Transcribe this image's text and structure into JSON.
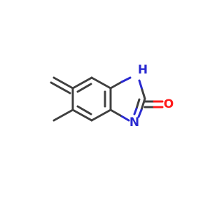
{
  "molecule": {
    "atoms": {
      "nh": {
        "label": "H",
        "symbol": "N",
        "color": "#2a2ad0"
      },
      "n": {
        "label": "N",
        "color": "#2a2ad0"
      },
      "o": {
        "label": "O",
        "color": "#ff1a1a"
      }
    },
    "colors": {
      "carbon_bond": "#404040",
      "nitrogen": "#2a2ad0",
      "oxygen": "#ff1a1a"
    }
  }
}
